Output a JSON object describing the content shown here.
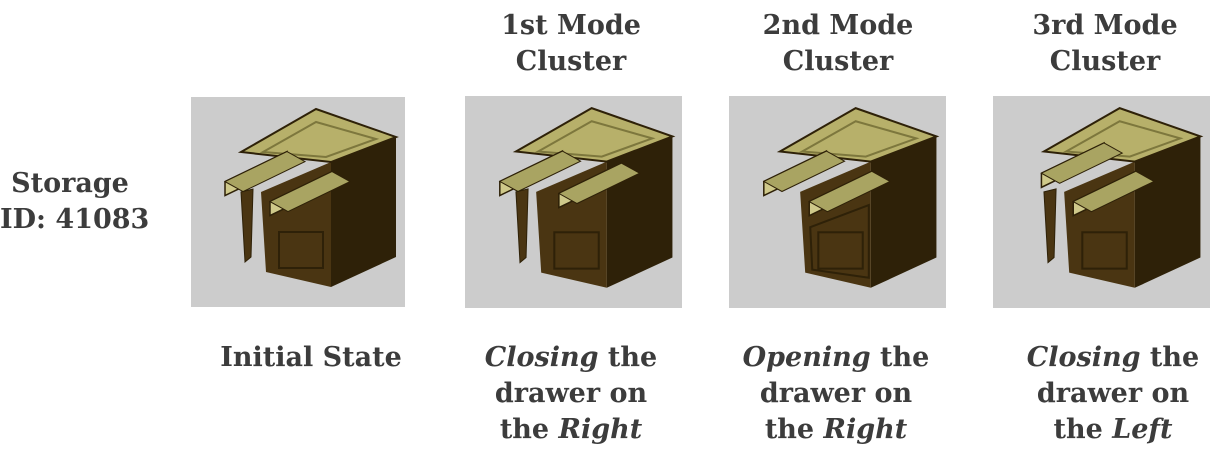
{
  "row_label": {
    "line1": "Storage",
    "line2": "ID: 41083"
  },
  "columns": [
    {
      "header": {
        "line1": "",
        "line2": ""
      },
      "caption": {
        "line1_em": "",
        "line1_rest": "Initial State",
        "line2": "",
        "line3_pre": "",
        "line3_em": ""
      },
      "state": {
        "left_drawer": "open",
        "right_drawer": "open",
        "door": "open"
      },
      "panel_bg": "#cccccc"
    },
    {
      "header": {
        "line1": "1st Mode",
        "line2": "Cluster"
      },
      "caption": {
        "line1_em": "Closing",
        "line1_rest": " the",
        "line2": "drawer on",
        "line3_pre": "the ",
        "line3_em": "Right"
      },
      "state": {
        "left_drawer": "open",
        "right_drawer": "closing",
        "door": "open"
      },
      "panel_bg": "#cccccc"
    },
    {
      "header": {
        "line1": "2nd Mode",
        "line2": "Cluster"
      },
      "caption": {
        "line1_em": "Opening",
        "line1_rest": " the",
        "line2": "drawer on",
        "line3_pre": "the ",
        "line3_em": "Right"
      },
      "state": {
        "left_drawer": "open",
        "right_drawer": "opening",
        "door": "closed"
      },
      "panel_bg": "#cccccc"
    },
    {
      "header": {
        "line1": "3rd Mode",
        "line2": "Cluster"
      },
      "caption": {
        "line1_em": "Closing",
        "line1_rest": " the",
        "line2": "drawer on",
        "line3_pre": "the ",
        "line3_em": "Left"
      },
      "state": {
        "left_drawer": "closing",
        "right_drawer": "open",
        "door": "open"
      },
      "panel_bg": "#cccccc"
    }
  ],
  "colors": {
    "cabinet_wood": "#4a3512",
    "cabinet_dark": "#2e2108",
    "drawer_olive": "#cfc98a",
    "drawer_inner": "#a9a462",
    "top_glass": "#b7b06a"
  }
}
